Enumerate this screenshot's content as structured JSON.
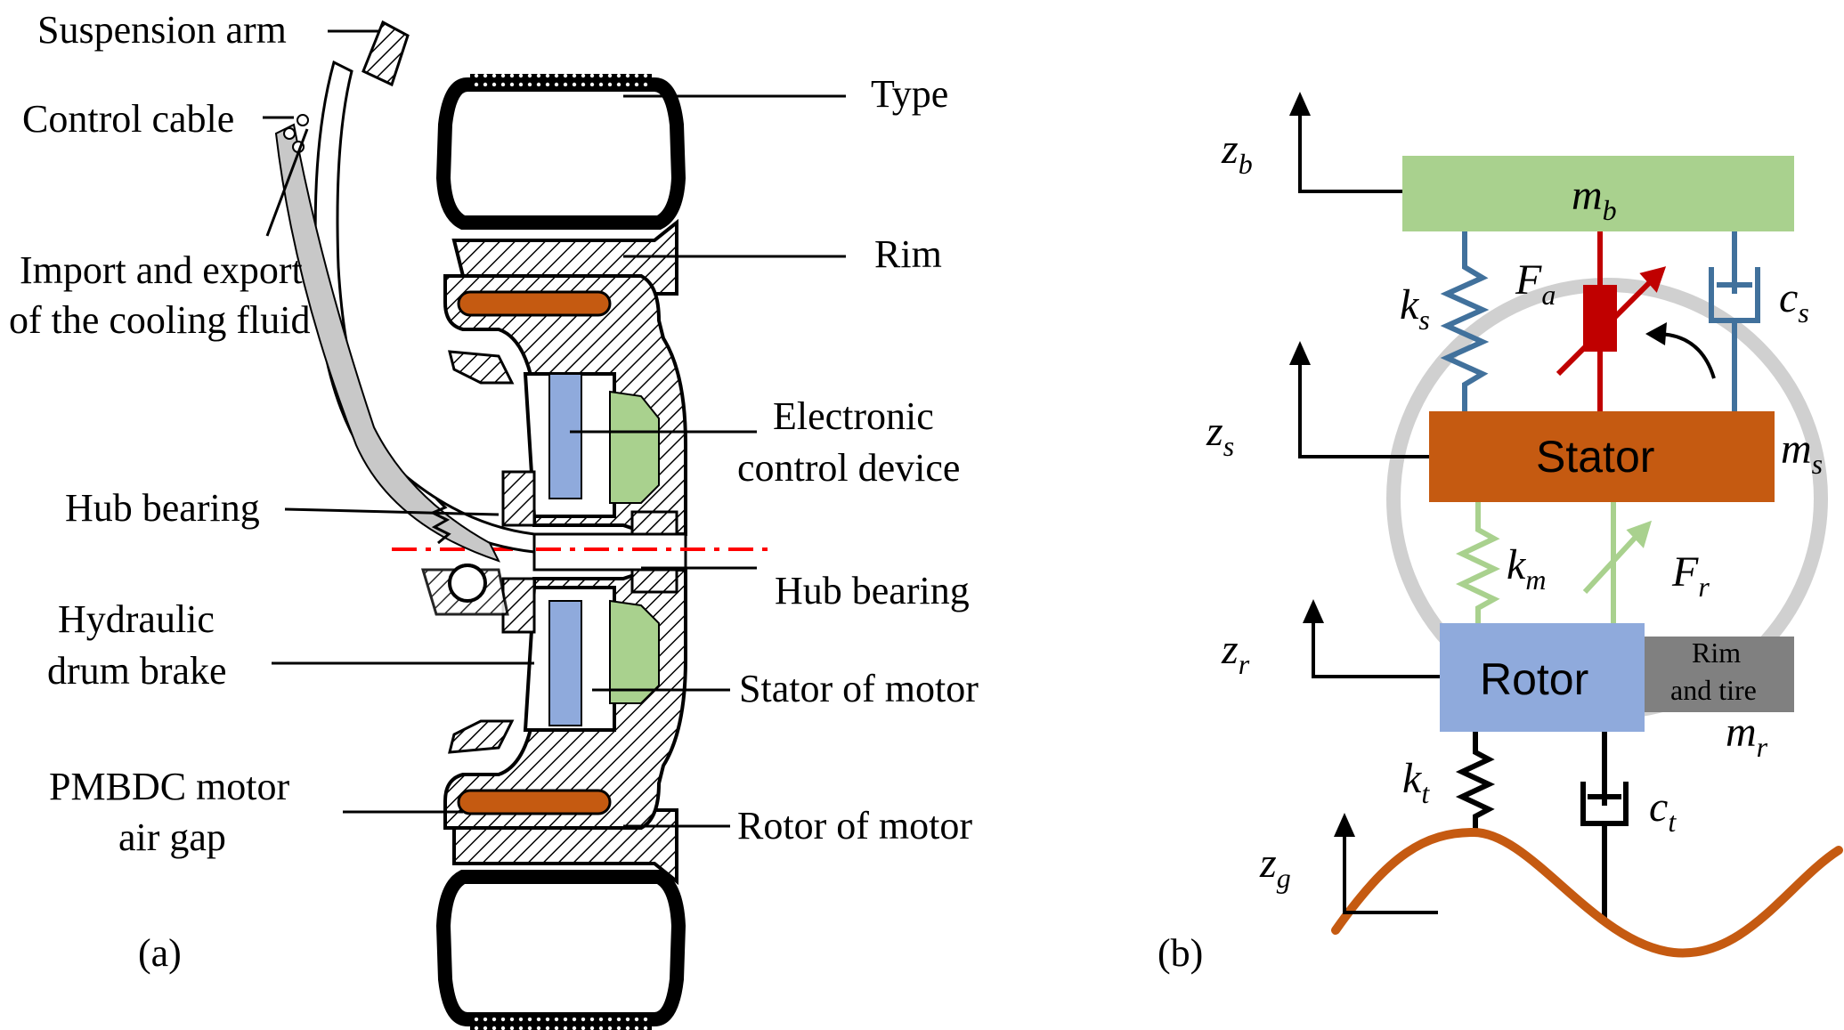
{
  "panel_a": {
    "caption": "(a)",
    "labels": {
      "suspension_arm": "Suspension arm",
      "control_cable": "Control cable",
      "cooling_1": "Import and export",
      "cooling_2": "of the cooling fluid",
      "hub_bearing_left": "Hub bearing",
      "hydraulic_1": "Hydraulic",
      "hydraulic_2": "drum brake",
      "pmbdc_1": "PMBDC motor",
      "pmbdc_2": "air gap",
      "type": "Type",
      "rim": "Rim",
      "ecd_1": "Electronic",
      "ecd_2": "control device",
      "hub_bearing_right": "Hub bearing",
      "stator_of_motor": "Stator of motor",
      "rotor_of_motor": "Rotor of motor"
    }
  },
  "panel_b": {
    "caption": "(b)",
    "blocks": {
      "mb": {
        "main": "m",
        "sub": "b",
        "color": "#a9d18e"
      },
      "stator": {
        "label": "Stator",
        "color": "#c55a11"
      },
      "rotor": {
        "label": "Rotor",
        "color": "#8faadc"
      },
      "rim_tire_1": "Rim",
      "rim_tire_2": "and tire",
      "rim_tire_color": "#808080"
    },
    "symbols": {
      "zb": {
        "main": "z",
        "sub": "b"
      },
      "zs": {
        "main": "z",
        "sub": "s"
      },
      "zr": {
        "main": "z",
        "sub": "r"
      },
      "zg": {
        "main": "z",
        "sub": "g"
      },
      "ks": {
        "main": "k",
        "sub": "s"
      },
      "Fa": {
        "main": "F",
        "sub": "a"
      },
      "cs": {
        "main": "c",
        "sub": "s"
      },
      "ms": {
        "main": "m",
        "sub": "s"
      },
      "km": {
        "main": "k",
        "sub": "m"
      },
      "Fr": {
        "main": "F",
        "sub": "r"
      },
      "mr": {
        "main": "m",
        "sub": "r"
      },
      "kt": {
        "main": "k",
        "sub": "t"
      },
      "ct": {
        "main": "c",
        "sub": "t"
      }
    },
    "colors": {
      "spring_suspension": "#41719c",
      "actuator": "#c00000",
      "spring_motor": "#a9d18e",
      "road": "#c55a11",
      "ring": "#d0d0d0"
    }
  }
}
